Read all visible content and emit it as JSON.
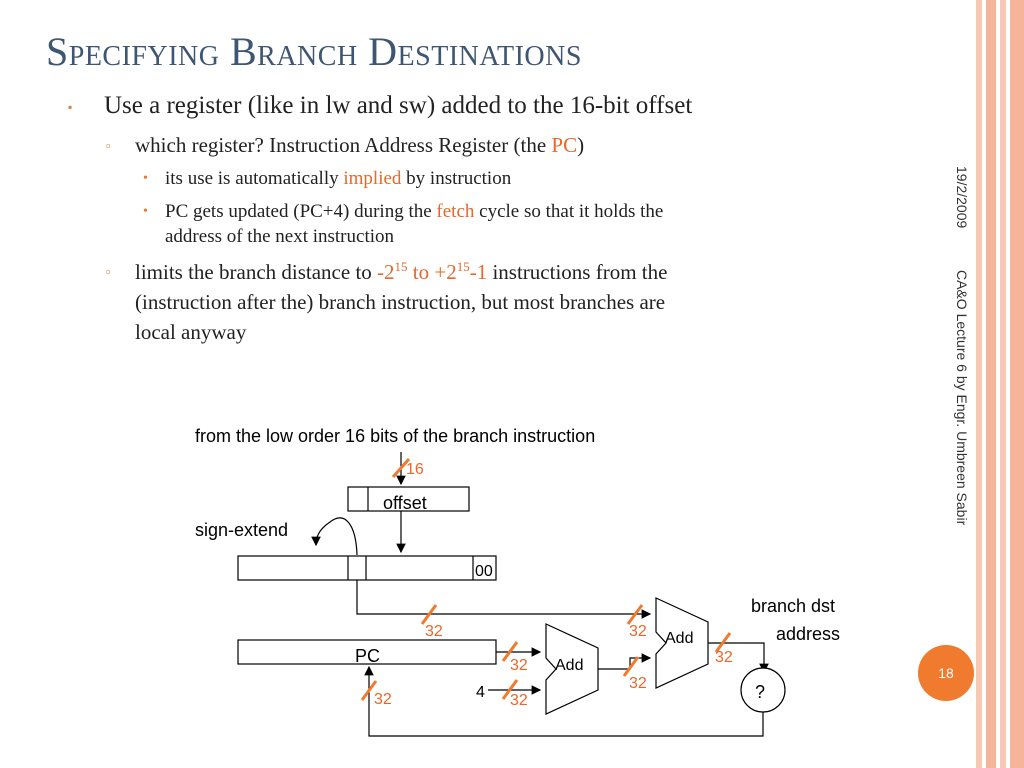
{
  "title": "Specifying Branch Destinations",
  "bullets": {
    "b1": "Use a register (like in lw and sw) added to the 16-bit offset",
    "b1_marker": "▪",
    "b2_prefix": "which register?  Instruction Address Register  (the ",
    "b2_hl": "PC",
    "b2_suffix": ")",
    "b3_prefix": "its use is automatically ",
    "b3_hl": "implied",
    "b3_suffix": " by instruction",
    "b4_prefix": "PC gets updated (PC+4) during the ",
    "b4_hl": "fetch",
    "b4_suffix": " cycle so that it holds the",
    "b4_line2": "address of the next instruction",
    "b5_prefix": "limits the branch distance to ",
    "b5_hl_a": "-2",
    "b5_sup_a": "15",
    "b5_hl_b": " to +2",
    "b5_sup_b": "15",
    "b5_hl_c": "-1",
    "b5_suffix": " instructions from the",
    "b5_line2": "(instruction after the) branch instruction, but most branches are",
    "b5_line3": "local anyway",
    "marker_sub": "▫",
    "marker_dot": "•"
  },
  "diagram": {
    "caption": "from the low order 16 bits of the branch instruction",
    "width_16": "16",
    "offset_label": "offset",
    "sign_extend": "sign-extend",
    "zeros": "00",
    "pc_label": "PC",
    "add1": "Add",
    "add2": "Add",
    "four": "4",
    "w32": "32",
    "branch_dst_1": "branch dst",
    "branch_dst_2": "address",
    "question": "?"
  },
  "sidebar": {
    "date": "19/2/2009",
    "lecture": "CA&O Lecture 6 by Engr. Umbreen Sabir"
  },
  "page_number": "18",
  "colors": {
    "title": "#3f5672",
    "accent": "#e8672a",
    "badge": "#f07a2e",
    "stripe": "#f4b59a"
  }
}
